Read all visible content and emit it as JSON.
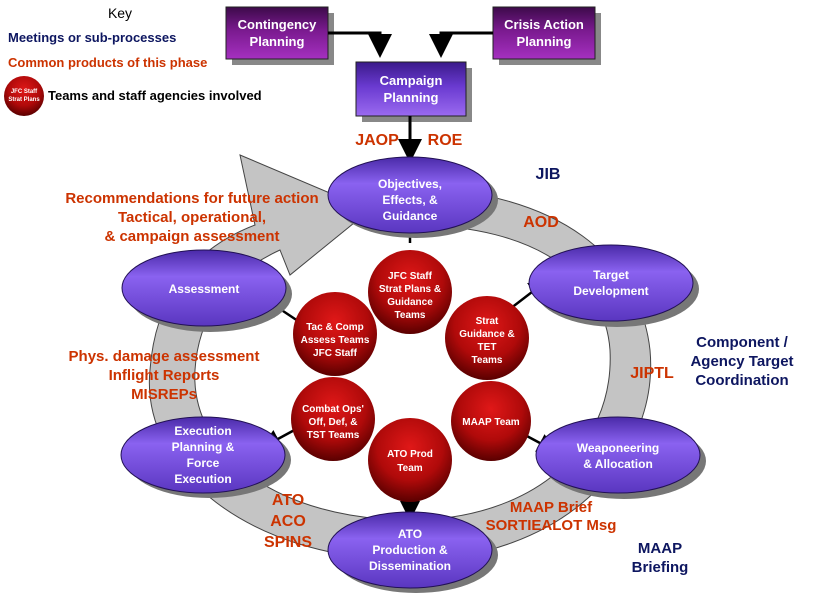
{
  "key": {
    "title": "Key",
    "meetings_label": "Meetings or sub-processes",
    "products_label": "Common products of this phase",
    "teams_icon_lines": [
      "JFC Staff",
      "Strat Plans"
    ],
    "teams_label": "Teams and staff agencies involved"
  },
  "colors": {
    "meeting_text": "#0d1660",
    "product_text": "#cc3300",
    "process_ellipse": "#7b52e6",
    "team_circle": "#b30a0a",
    "planning_box": "#7a1a8f",
    "cycle_arrow": "#c0c0c0"
  },
  "planning_boxes": {
    "contingency": [
      "Contingency",
      "Planning"
    ],
    "crisis": [
      "Crisis Action",
      "Planning"
    ],
    "campaign": [
      "Campaign",
      "Planning"
    ]
  },
  "products_top": {
    "left": "JAOP",
    "right": "ROE"
  },
  "phases": {
    "objectives": [
      "Objectives,",
      "Effects, &",
      "Guidance"
    ],
    "target_dev": [
      "Target",
      "Development"
    ],
    "weaponeering": [
      "Weaponeering",
      "& Allocation"
    ],
    "ato_production": [
      "ATO",
      "Production &",
      "Dissemination"
    ],
    "execution": [
      "Execution",
      "Planning &",
      "Force",
      "Execution"
    ],
    "assessment": [
      "Assessment"
    ]
  },
  "teams": {
    "jfc_staff": [
      "JFC Staff",
      "Strat Plans &",
      "Guidance",
      "Teams"
    ],
    "strat_guidance": [
      "Strat",
      "Guidance &",
      "TET",
      "Teams"
    ],
    "maap_team": [
      "MAAP Team"
    ],
    "ato_prod": [
      "ATO Prod",
      "Team"
    ],
    "combat_ops": [
      "Combat Ops'",
      "Off, Def, &",
      "TST Teams"
    ],
    "tac_comp": [
      "Tac & Comp",
      "Assess Teams",
      "JFC Staff"
    ]
  },
  "meetings": {
    "jib": "JIB",
    "component": [
      "Component /",
      "Agency Target",
      "Coordination"
    ],
    "maap_briefing": [
      "MAAP",
      "Briefing"
    ]
  },
  "products": {
    "aod": "AOD",
    "jiptl": "JIPTL",
    "maap": [
      "MAAP Brief",
      "SORTIEALOT Msg"
    ],
    "ato": [
      "ATO",
      "ACO",
      "SPINS"
    ],
    "phys": [
      "Phys. damage assessment",
      "Inflight Reports",
      "MISREPs"
    ],
    "recommendations": [
      "Recommendations for future action",
      "Tactical, operational,",
      "& campaign assessment"
    ]
  }
}
